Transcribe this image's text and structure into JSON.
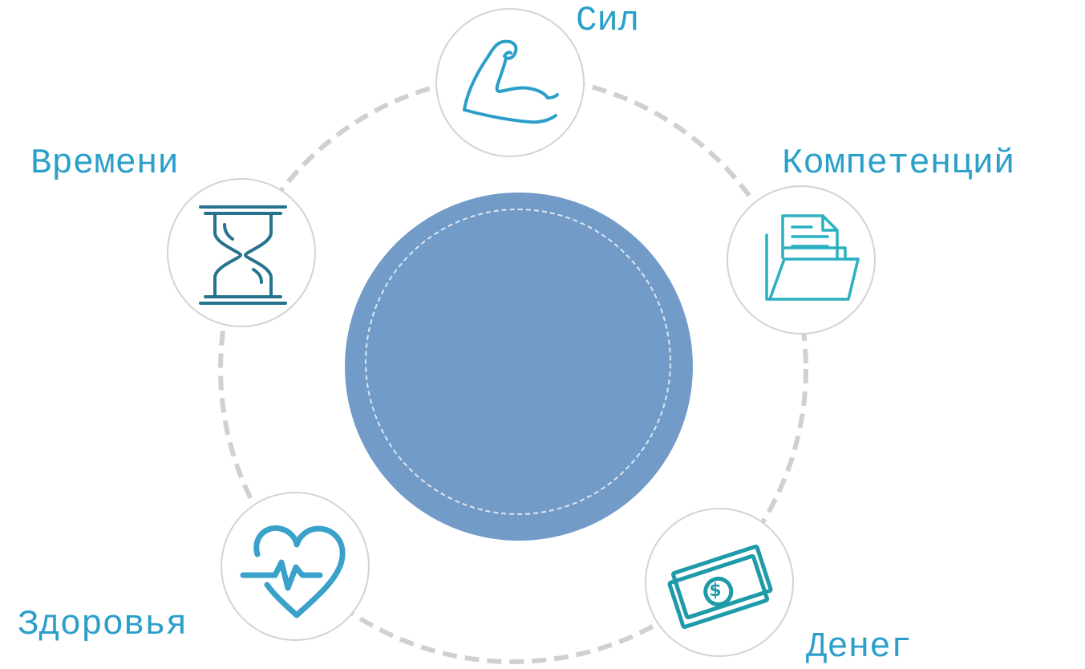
{
  "diagram": {
    "accent_color": "#2b9fc9",
    "ring_color": "#d0d0d0",
    "core_color": "#739bc8",
    "items": [
      {
        "key": "sil",
        "label": "Сил",
        "icon": "flexed-bicep-icon"
      },
      {
        "key": "kompetentsiy",
        "label": "Компетенций",
        "icon": "document-folder-icon"
      },
      {
        "key": "deneg",
        "label": "Денег",
        "icon": "money-banknote-icon"
      },
      {
        "key": "zdorovya",
        "label": "Здоровья",
        "icon": "heart-pulse-icon"
      },
      {
        "key": "vremeni",
        "label": "Времени",
        "icon": "hourglass-icon"
      }
    ]
  }
}
